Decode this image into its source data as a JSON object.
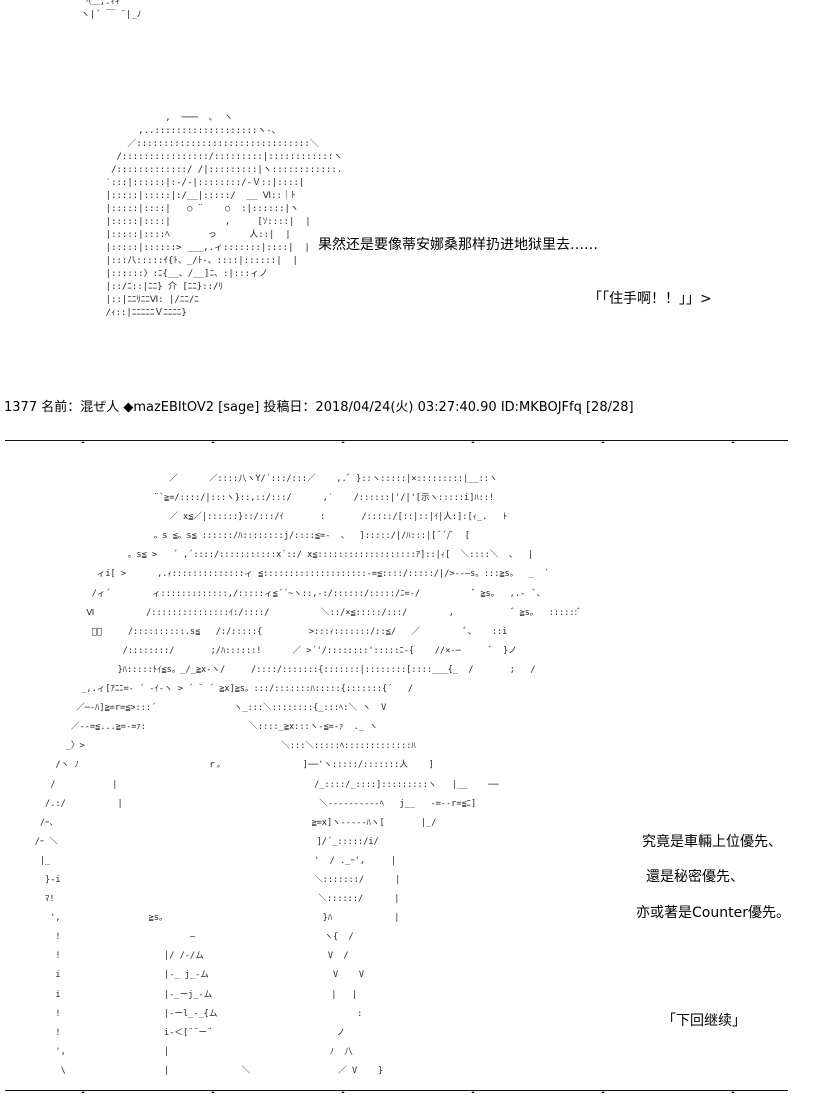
{
  "top_fragment": {
    "art": "   ﾍ＿,.ｨｷﾞ\"\"\n  ヽ|´ ￣ ¯|_ﾉ"
  },
  "panel1": {
    "art_lines": [
      "               ,  ───  ､  ヽ",
      "          ,..:::::::::::::::::::ヽ‐､",
      "        ／::::::::::::::::::::::::::::::::＼",
      "      /::::::::::::::::/:::::::::|::::::::::::ヽ",
      "     /:::::::::::::/ /|:::::::::|ヽ::::::::::::.",
      "    ′:::|::::::|:-/-|::::::::/‐Ｖ::|::::|",
      "    |:::::|:::::|:/__|:::::/  __ Ⅵ::｜ﾄ",
      "    |:::::|::::|   ○ ¨    ○  :|::::::|ヽ",
      "    |:::::|::::|          ,     [ｿ::::|  |",
      "    |:::::|::::ﾍ       っ      人::|  |",
      "    |:::::|::::::> ___,.ィ:::::::|::::|  |",
      "    |:::八:::::ｲ{ﾄ、_/ﾄ‐、::::|::::::|  |",
      "    |::::::〉:ﾆ{__、/__]ﾆ、:|:::ィノ",
      "    |::/ﾆ::|ﾆﾆ} 介 [ﾆﾆ}::/ﾘ",
      "    |::|ﾆﾆﾘﾆﾆⅥ: |/ﾆﾆ/ﾆ",
      "    /ｨ::|ﾆﾆﾆﾆﾆＶﾆﾆﾆﾆ}"
    ],
    "speech": "果然还是要像蒂安娜桑那样扔进地狱里去……",
    "shout": "「「住手啊！！」」>"
  },
  "post_header": "1377 名前：混ぜ人 ◆mazEBItOV2 [sage] 投稿日：2018/04/24(火) 03:27:40.90 ID:MKBOJFfq [28/28]",
  "panel2": {
    "art_lines": [
      "                              ／      ／::::八ヽY/´:::/:::／    ,.ﾞ }::ヽ:::::|×:::::::::|__::ヽ",
      "                           ¨`≧=/::::/|:::ヽ}::,::/:::/      ,′    /::::::|'/|'[示ヽ:::::i]ﾊ::!",
      "                              ／ x≦／|::::::}::/:::/ｲ       :       /:::::/[::|::|ｲ|人:]:[ｨ_.   ﾄ",
      "                           。s ≦。s≦ ::::::/ﾊ::::::::j/::::≦=‐  、  ]:::::/|/ﾊ:::|[¨´/ﾞ  [",
      "                      。s≦ >   ´ ,´::::/:::::::::::x´::/ x≦:::::::::::::::::::ｱ]::|ｨ[  ＼::::＼  、  |",
      "                ィi[ >      ,.ｨ::::::::::::::ィ ≦::::::::::::::::::::‐=≦::::/:::::/|/>‐-―s。:::≧s。  _  `",
      "               /ィ´        ィ:::::::::::::,/:::::ィ≦´´~ヽ::,‐:/::::::/:::::/ﾆ=‐/          ゛≧s。  ,.‐  ﾞ、",
      "              Ⅵ          /:::::::::::::::ｲ:/::::/          ＼::/×≦:::::/:::/        ,           ゛≧s。  ::::::ﾞ",
      "               ﾞ、     /::::::::::.s≦   /:/:::::{         >:::ｨ:::::::/::≦/   ／         ﾟ、   ::i",
      "                     /::::::::/       ;/ﾊ::::::!      ／ >´'/::::::::':::::ﾆ‐{    //×‐─      ﾞ  }ノ",
      "                    }ﾊ:::::ﾄｲ≦s。_/_≧x-ヽ/     /::::/:::::::{:::::::|::::::::[::::___{_  /       ;   /",
      "             _,.ィ[ｱﾆﾆ=‐ ´ ‐ｲ‐ヽ > ´ ¨ ´ ≧x]≧s。:::/:::::::ﾊ:::::{:::::::{´   /",
      "            ／─-ﾊ]≧=r=≦>:::´               ヽ_:::＼::::::::{_:::ﾍ:＼ ヽ  V",
      "           ／‐‐=≦...≧=‐=ｧ:                    ＼::::_≧x:::ヽ-≦=‐ｧ  ._ ヽ",
      "          _〉>                                      ＼:::＼:::::ﾍ:::::::::::::ﾊ",
      "        /ヽ ﾉ                         ｒ。               ]──'ヽ:::::/:::::::人    ]",
      "       /           |                                      /_::::/_::::]:::::::::ヽ   |__    ──",
      "      /.:/          |                                      ＼‐‐‐‐‐‐‐‐‐‐ﾍ   j__   ‐=-‐r=≦ﾆ]",
      "     /ｰ、                                                 ≧=x]ヽ‐‐‐‐‐ﾊヽ[       |_/",
      "    /ｰ ＼                                                  ]/´_:::::/i/",
      "     |_                                                   '  / ._ｰ',     |",
      "      }-i                                                 ＼:::::::/      |",
      "      ﾏ!                                                   ＼::::::/      |",
      "       ',                 ≧s。                              }ﾊ            |",
      "        !                         ―                         ヽ{  /",
      "        !                    |/ /-/ム                        V  /",
      "        i                    |-_ j_-ム                        V    V",
      "        i                    |-_ーj_-ム                       |   |",
      "        !                    |-ーl_-_{ム                           :",
      "        !                    i-＜[¨¨ー¨                        ノ",
      "        ',                   |                               ﾉ  八",
      "         \\                   |              ＼                 ／ V    }"
    ],
    "line1": "究竟是車輛上位優先、",
    "line2": "還是秘密優先、",
    "line3": "亦或著是Counter優先。",
    "footer": "「下回继续」"
  }
}
